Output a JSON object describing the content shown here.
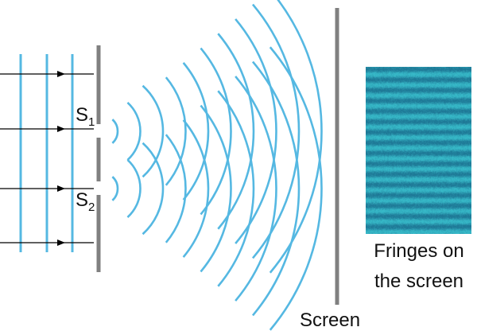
{
  "labels": {
    "slit1": {
      "letter": "S",
      "sub": "1"
    },
    "slit2": {
      "letter": "S",
      "sub": "2"
    },
    "screen": "Screen",
    "fringes_line1": "Fringes on",
    "fringes_line2": "the screen"
  },
  "colors": {
    "wave": "#55b8e2",
    "barrier": "#808080",
    "ray": "#000000",
    "fringe_bright": "#2fb3c4",
    "fringe_dark": "#1f7e9a"
  }
}
